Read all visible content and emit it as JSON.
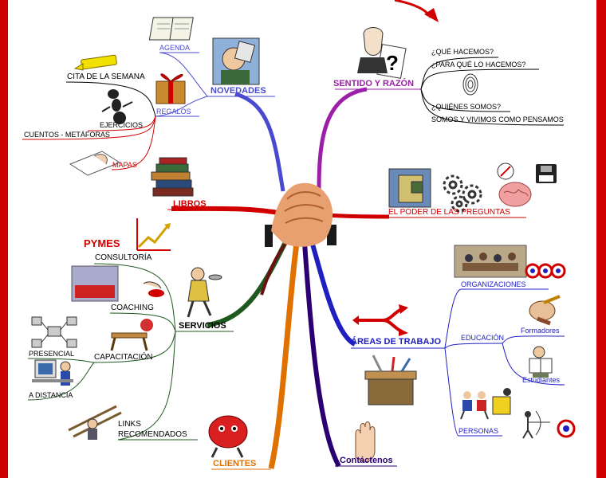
{
  "colors": {
    "frame": "#000000",
    "accent_red": "#d00000",
    "novedades": "#4a4ad0",
    "sentido": "#9b1fa8",
    "libros": "#d00000",
    "poder": "#d00000",
    "servicios": "#1e5a1e",
    "areas": "#2020c0",
    "clientes": "#e07000",
    "contactenos": "#2a0070"
  },
  "branches": {
    "novedades": {
      "label": "NOVEDADES",
      "children": [
        "AGENDA",
        "REGALOS"
      ],
      "regalos_children": [
        "CITA DE LA SEMANA",
        "EJERCICIOS",
        "CUENTOS - METÁFORAS",
        "MAPAS"
      ]
    },
    "sentido": {
      "label": "SENTIDO Y RAZÓN",
      "children": [
        "¿QUÉ HACEMOS?",
        "¿PARA QUÉ LO HACEMOS?",
        "¿QUIÉNES SOMOS?",
        "SOMOS Y VIVIMOS COMO PENSAMOS"
      ]
    },
    "libros": {
      "label": "LIBROS"
    },
    "poder": {
      "label": "EL PODER DE LAS PREGUNTAS"
    },
    "servicios": {
      "label": "SERVICIOS",
      "pymes": "PYMES",
      "children": [
        "CONSULTORÍA",
        "COACHING",
        "CAPACITACIÓN",
        "LINKS",
        "RECOMENDADOS"
      ],
      "capacitacion_children": [
        "PRESENCIAL",
        "A DISTANCIA"
      ]
    },
    "areas": {
      "label": "ÁREAS DE TRABAJO",
      "children": [
        "ORGANIZACIONES",
        "EDUCACIÓN",
        "PERSONAS"
      ],
      "educacion_children": [
        "Formadores",
        "Estudiantes"
      ]
    },
    "clientes": {
      "label": "CLIENTES"
    },
    "contactenos": {
      "label": "Contáctenos"
    }
  },
  "icons": [
    "handshake-icon",
    "agenda-book-icon",
    "gift-icon",
    "highlighter-icon",
    "ant-icon",
    "hand-writing-icon",
    "newspaper-man-icon",
    "thinker-icon",
    "fingerprint-icon",
    "books-icon",
    "puzzle-head-icon",
    "gears-icon",
    "brain-icon",
    "compass-icon",
    "floppy-icon",
    "growth-chart-icon",
    "meeting-room-icon",
    "target-icon",
    "waiter-icon",
    "button-hand-icon",
    "workbench-icon",
    "network-icon",
    "computer-user-icon",
    "ladder-man-icon",
    "split-arrow-icon",
    "toolbox-icon",
    "pencil-icon",
    "reading-man-icon",
    "runners-icon",
    "ladder-icon",
    "archer-icon",
    "boxing-glove-icon",
    "stop-hand-icon",
    "curved-arrow-icon"
  ]
}
